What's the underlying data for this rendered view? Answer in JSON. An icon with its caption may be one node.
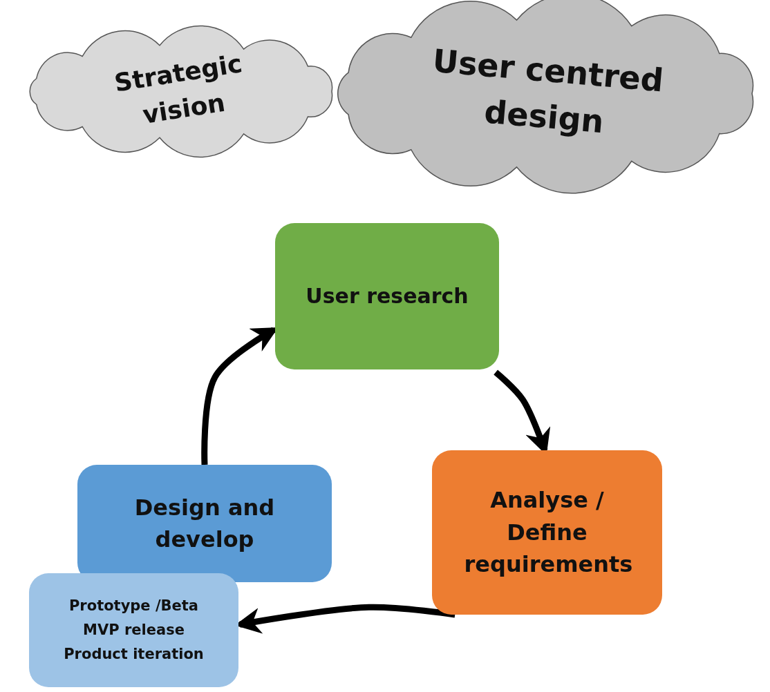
{
  "diagram": {
    "nodes": [
      {
        "text": [
          "Strategic vision"
        ]
      },
      {
        "text": [
          "User centred design"
        ]
      },
      {
        "text": [
          "User research"
        ]
      },
      {
        "text": [
          "Analyse / Define requirements"
        ]
      },
      {
        "text": [
          "Design and develop"
        ]
      },
      {
        "text": [
          "Prototype /Beta",
          "MVP release",
          "Product iteration"
        ]
      }
    ],
    "edges": [
      {
        "from": 2,
        "to": 3,
        "arrow": "to"
      },
      {
        "from": 3,
        "to": 5,
        "arrow": "to"
      },
      {
        "from": 4,
        "to": 2,
        "arrow": "to"
      }
    ]
  }
}
